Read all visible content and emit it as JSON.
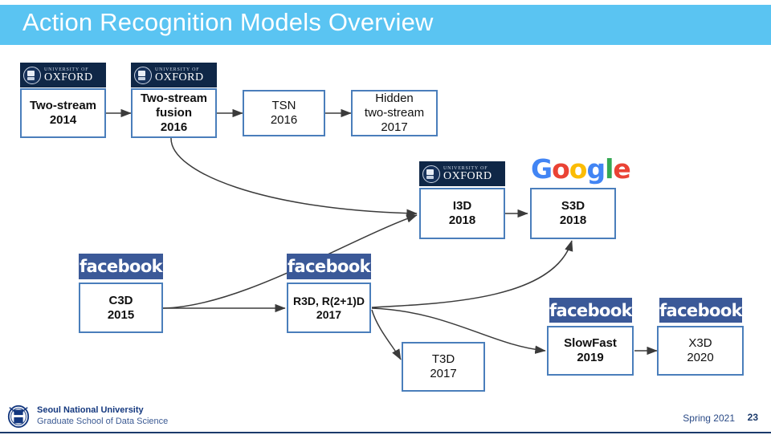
{
  "slide": {
    "title": "Action Recognition Models Overview",
    "title_bg": "#5ac4f2",
    "title_color": "#ffffff",
    "box_border_color": "#4a7ebb"
  },
  "logos": {
    "oxford": {
      "line1": "UNIVERSITY OF",
      "line2": "OXFORD",
      "bg": "#0f2747"
    },
    "facebook": {
      "wordmark": "facebook",
      "bg": "#3b5998"
    },
    "google": {
      "letters": [
        {
          "ch": "G",
          "color": "#4285F4"
        },
        {
          "ch": "o",
          "color": "#EA4335"
        },
        {
          "ch": "o",
          "color": "#FBBC05"
        },
        {
          "ch": "g",
          "color": "#4285F4"
        },
        {
          "ch": "l",
          "color": "#34A853"
        },
        {
          "ch": "e",
          "color": "#EA4335"
        }
      ]
    }
  },
  "nodes": [
    {
      "id": "two-stream",
      "name": "Two-stream",
      "year": "2014",
      "logo": "oxford",
      "bold": true
    },
    {
      "id": "two-stream-fusion",
      "name": "Two-stream",
      "name2": "fusion",
      "year": "2016",
      "logo": "oxford",
      "bold": true
    },
    {
      "id": "tsn",
      "name": "TSN",
      "year": "2016",
      "logo": "none",
      "bold": false
    },
    {
      "id": "hidden-two-stream",
      "name": "Hidden",
      "name2": "two-stream",
      "year": "2017",
      "logo": "none",
      "bold": false
    },
    {
      "id": "i3d",
      "name": "I3D",
      "year": "2018",
      "logo": "oxford",
      "bold": true
    },
    {
      "id": "s3d",
      "name": "S3D",
      "year": "2018",
      "logo": "google",
      "bold": true
    },
    {
      "id": "c3d",
      "name": "C3D",
      "year": "2015",
      "logo": "facebook",
      "bold": true
    },
    {
      "id": "r3d",
      "name": "R3D, R(2+1)D",
      "year": "2017",
      "logo": "facebook",
      "bold": true
    },
    {
      "id": "t3d",
      "name": "T3D",
      "year": "2017",
      "logo": "none",
      "bold": false
    },
    {
      "id": "slowfast",
      "name": "SlowFast",
      "year": "2019",
      "logo": "facebook",
      "bold": true
    },
    {
      "id": "x3d",
      "name": "X3D",
      "year": "2020",
      "logo": "facebook",
      "bold": false
    }
  ],
  "edges": [
    {
      "from": "two-stream",
      "to": "two-stream-fusion"
    },
    {
      "from": "two-stream-fusion",
      "to": "tsn"
    },
    {
      "from": "tsn",
      "to": "hidden-two-stream"
    },
    {
      "from": "two-stream-fusion",
      "to": "i3d"
    },
    {
      "from": "i3d",
      "to": "s3d"
    },
    {
      "from": "c3d",
      "to": "r3d"
    },
    {
      "from": "c3d",
      "to": "i3d"
    },
    {
      "from": "r3d",
      "to": "s3d"
    },
    {
      "from": "r3d",
      "to": "t3d"
    },
    {
      "from": "r3d",
      "to": "slowfast"
    },
    {
      "from": "slowfast",
      "to": "x3d"
    }
  ],
  "footer": {
    "university": "Seoul National University",
    "school": "Graduate School of Data Science",
    "term": "Spring 2021",
    "page": "23"
  }
}
